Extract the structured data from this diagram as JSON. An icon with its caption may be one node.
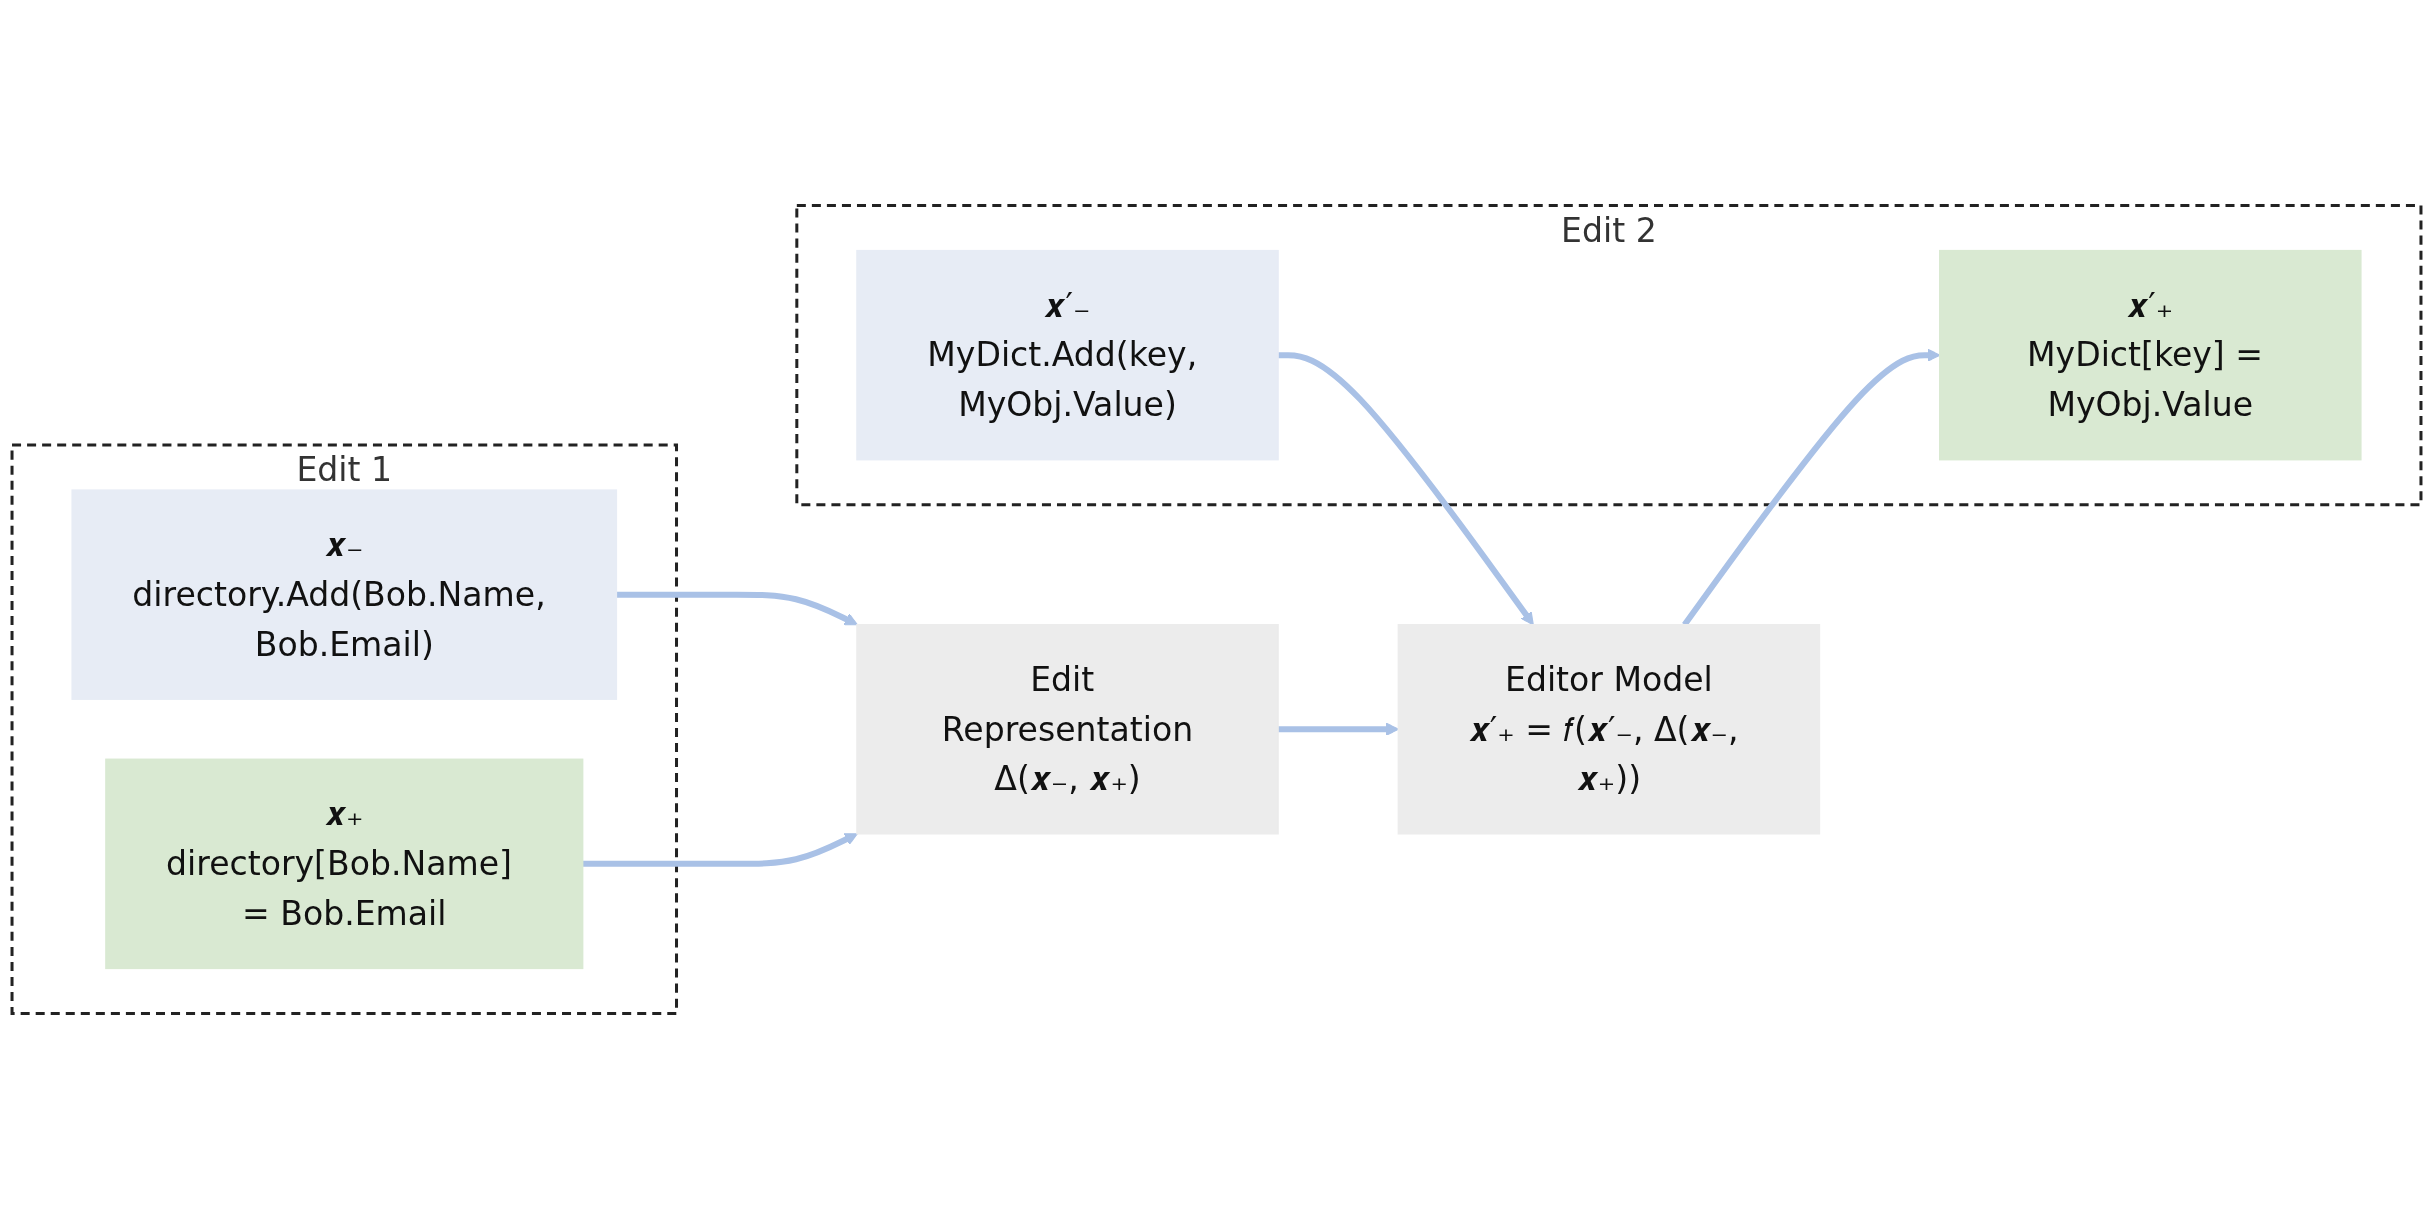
{
  "diagram": {
    "nodes": [
      {
        "text": [
          "Edit 1"
        ]
      },
      {
        "text": [
          "𝒙₋",
          "directory.Add(Bob.Name, Bob.Email)"
        ],
        "in": 0
      },
      {
        "text": [
          "𝒙₊",
          "directory[Bob.Name] = Bob.Email"
        ],
        "in": 0
      },
      {
        "text": [
          "Edit 2"
        ]
      },
      {
        "text": [
          "𝒙′₋",
          "MyDict.Add(key, MyObj.Value)"
        ],
        "in": 3
      },
      {
        "text": [
          "𝒙′₊",
          "MyDict[key] = MyObj.Value"
        ],
        "in": 3
      },
      {
        "text": [
          "Edit Representation",
          "Δ(𝒙₋, 𝒙₊)"
        ]
      },
      {
        "text": [
          "Editor Model",
          "𝒙′₊ = 𝑓(𝒙′₋, Δ(𝒙₋, 𝒙₊))"
        ]
      }
    ],
    "edges": [
      {
        "from": 1,
        "to": 6,
        "arrow": "to",
        "color": "#a9c1e6"
      },
      {
        "from": 2,
        "to": 6,
        "arrow": "to",
        "color": "#a9c1e6"
      },
      {
        "from": 6,
        "to": 7,
        "arrow": "to",
        "color": "#a9c1e6"
      },
      {
        "from": 4,
        "to": 7,
        "arrow": "to",
        "color": "#a9c1e6"
      },
      {
        "from": 7,
        "to": 5,
        "arrow": "to",
        "color": "#a9c1e6"
      }
    ]
  }
}
